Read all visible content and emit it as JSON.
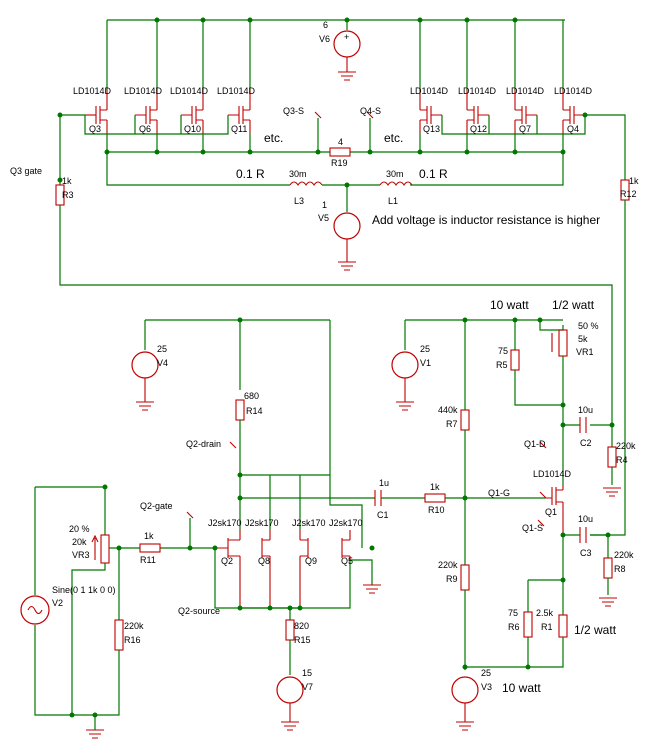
{
  "labels": {
    "v6_num": "6",
    "v6": "V6",
    "q3s": "Q3-S",
    "q4s": "Q4-S",
    "q3": "Q3",
    "q6": "Q6",
    "q10": "Q10",
    "q11": "Q11",
    "q13": "Q13",
    "q12": "Q12",
    "q7": "Q7",
    "q4": "Q4",
    "ld": "LD1014D",
    "etc": "etc.",
    "r19_val": "4",
    "r19": "R19",
    "q3gate": "Q3 gate",
    "r3_val": "1k",
    "r3": "R3",
    "r12_val": "1k",
    "r12": "R12",
    "r01": "0.1 R",
    "l3_val": "30m",
    "l3": "L3",
    "l1_val": "30m",
    "l1": "L1",
    "v5_num": "1",
    "v5": "V5",
    "note": "Add voltage is inductor resistance is higher",
    "v4_num": "25",
    "v4": "V4",
    "r14_val": "680",
    "r14": "R14",
    "q2drain": "Q2-drain",
    "q2gate": "Q2-gate",
    "c1_val": "1u",
    "c1": "C1",
    "r10_val": "1k",
    "r10": "R10",
    "q1g": "Q1-G",
    "j2sk": "J2sk170",
    "q2": "Q2",
    "q8": "Q8",
    "q9": "Q9",
    "q5": "Q5",
    "r11_val": "1k",
    "r11": "R11",
    "vr3_pct": "20 %",
    "vr3_val": "20k",
    "vr3": "VR3",
    "sine": "Sine(0 1 1k 0 0)",
    "v2": "V2",
    "r16_val": "220k",
    "r16": "R16",
    "q2source": "Q2-source",
    "r15_val": "820",
    "r15": "R15",
    "v7_num": "15",
    "v7": "V7",
    "tenwatt": "10 watt",
    "halfwatt": "1/2 watt",
    "r5_val": "75",
    "r5": "R5",
    "vr1_pct": "50 %",
    "vr1_val": "5k",
    "vr1": "VR1",
    "v1_num": "25",
    "v1": "V1",
    "r7_val": "440k",
    "r7": "R7",
    "c2_val": "10u",
    "c2": "C2",
    "q1d": "Q1-D",
    "r4_val": "220k",
    "r4": "R4",
    "q1ld": "LD1014D",
    "q1": "Q1",
    "q1s": "Q1-S",
    "c3_val": "10u",
    "c3": "C3",
    "r8_val": "220k",
    "r8": "R8",
    "r9_val": "220k",
    "r9": "R9",
    "r6_val": "75",
    "r6": "R6",
    "r1_val": "2.5k",
    "r1": "R1",
    "halfwatt2": "1/2 watt",
    "v3_num": "25",
    "v3": "V3",
    "tenwatt2": "10 watt"
  }
}
